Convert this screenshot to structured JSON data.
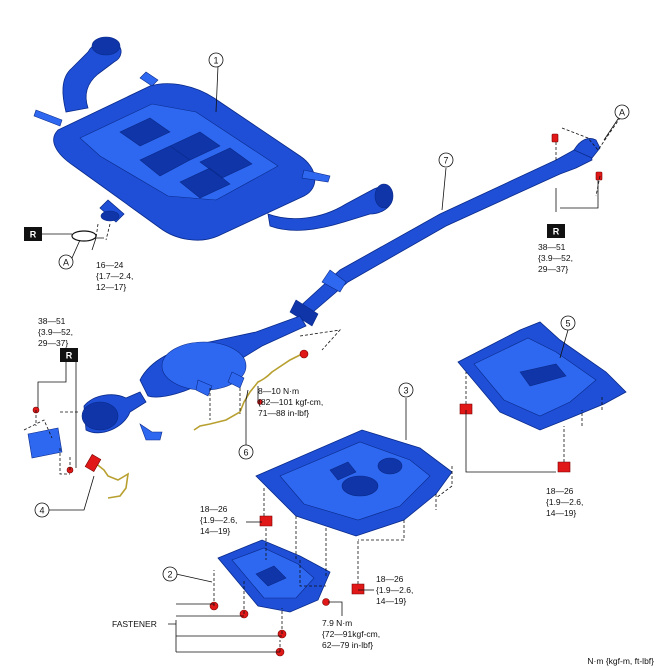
{
  "callouts": {
    "c1": "1",
    "c2": "2",
    "c3": "3",
    "c4": "4",
    "c5": "5",
    "c6": "6",
    "c7": "7",
    "a_top": "A",
    "a_left": "A"
  },
  "r_marks": {
    "r1": "R",
    "r2": "R",
    "r3": "R"
  },
  "torques": {
    "t_rear_clamp": [
      "16—24",
      "{1.7—2.4,",
      "12—17}"
    ],
    "t_front_flange": [
      "38—51",
      "{3.9—52,",
      "29—37}"
    ],
    "t_rear_flange": [
      "38—51",
      "{3.9—52,",
      "29—37}"
    ],
    "t_sensor": [
      "8—10 N·m",
      "{82—101 kgf-cm,",
      "71—88 in-lbf}"
    ],
    "t_cover_left": [
      "18—26",
      "{1.9—2.6,",
      "14—19}"
    ],
    "t_cover_bottom": [
      "18—26",
      "{1.9—2.6,",
      "14—19}"
    ],
    "t_cover_right": [
      "18—26",
      "{1.9—2.6,",
      "14—19}"
    ],
    "t_small_bolt": [
      "7.9 N·m",
      "{72—91kgf-cm,",
      "62—79 in-lbf}"
    ]
  },
  "fastener_label": "FASTENER",
  "units_note": "N·m {kgf-m, ft-lbf}",
  "colors": {
    "part": "#1e4fd6",
    "fastener": "#e01818",
    "sensor_wire": "#b8a030"
  }
}
